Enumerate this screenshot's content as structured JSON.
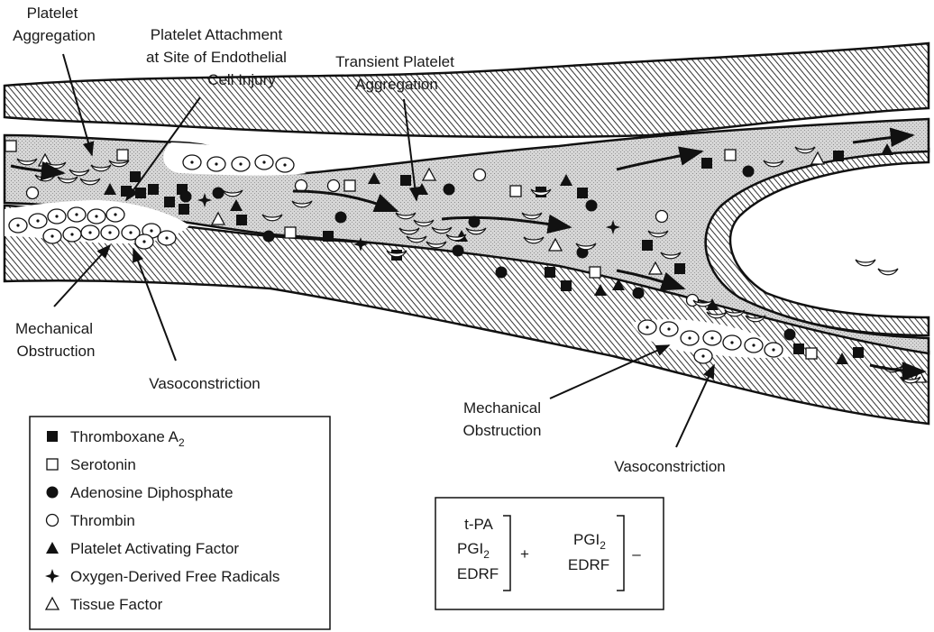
{
  "labels": {
    "platelet_aggregation_line1": "Platelet",
    "platelet_aggregation_line2": "Aggregation",
    "attachment_line1": "Platelet Attachment",
    "attachment_line2": "at Site of Endothelial",
    "attachment_line3": "Cell Injury",
    "transient_line1": "Transient Platelet",
    "transient_line2": "Aggregation",
    "mech_left_line1": "Mechanical",
    "mech_left_line2": "Obstruction",
    "vaso_left": "Vasoconstriction",
    "mech_right_line1": "Mechanical",
    "mech_right_line2": "Obstruction",
    "vaso_right": "Vasoconstriction"
  },
  "legend": {
    "items": [
      {
        "symbol": "filled-square-icon",
        "text": "Thromboxane A",
        "sub": "2"
      },
      {
        "symbol": "open-square-icon",
        "text": "Serotonin",
        "sub": ""
      },
      {
        "symbol": "filled-circle-icon",
        "text": "Adenosine Diphosphate",
        "sub": ""
      },
      {
        "symbol": "open-circle-icon",
        "text": "Thrombin",
        "sub": ""
      },
      {
        "symbol": "filled-triangle-icon",
        "text": "Platelet Activating Factor",
        "sub": ""
      },
      {
        "symbol": "four-point-star-icon",
        "text": "Oxygen-Derived Free Radicals",
        "sub": ""
      },
      {
        "symbol": "open-triangle-icon",
        "text": "Tissue Factor",
        "sub": ""
      }
    ]
  },
  "formula": {
    "left": {
      "line1": "t-PA",
      "line2_main": "PGI",
      "line2_sub": "2",
      "line3": "EDRF"
    },
    "plus": "+",
    "right": {
      "line1_main": "PGI",
      "line1_sub": "2",
      "line2": "EDRF"
    },
    "minus": "–"
  }
}
